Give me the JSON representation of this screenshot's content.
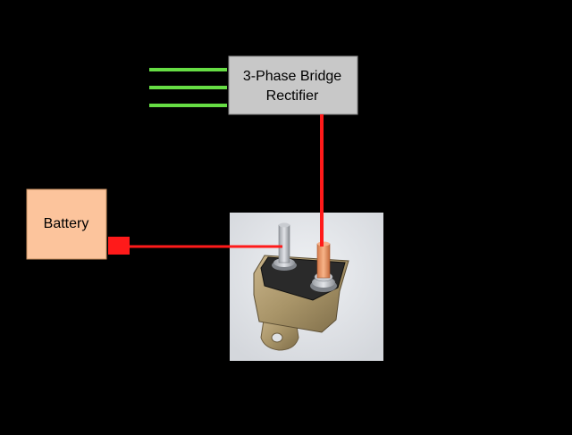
{
  "rectifier": {
    "line1": "3-Phase Bridge",
    "line2": "Rectifier",
    "fill": "#c8c8c8"
  },
  "battery": {
    "label": "Battery",
    "fill": "#fcc49c"
  },
  "colors": {
    "background": "#000000",
    "phase_wires": "#66dd44",
    "positive_wire": "#ff1a1a",
    "photo_background": "#e4e6ea"
  },
  "breaker_photo": {
    "icon": "circuit-breaker-photo"
  }
}
